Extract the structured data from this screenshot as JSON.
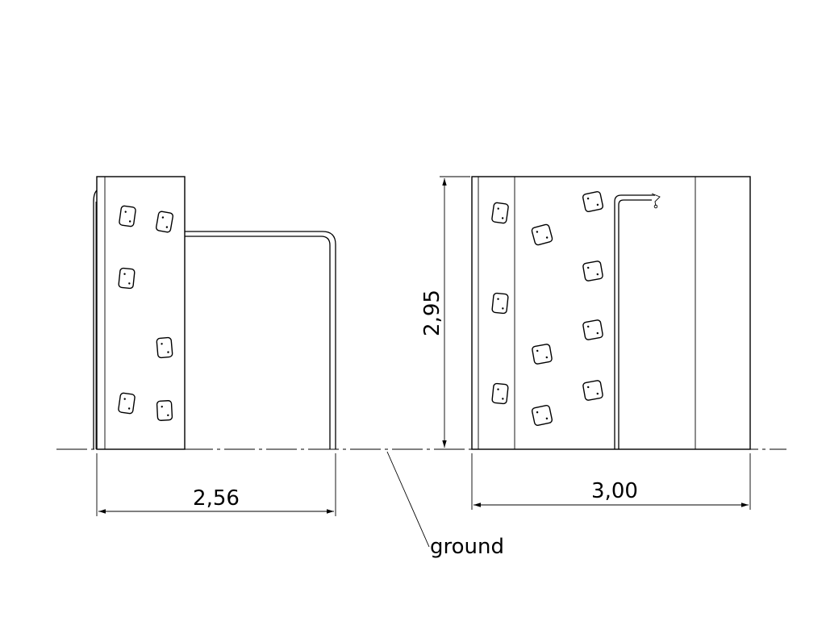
{
  "dimensions": {
    "side_width": "2,56",
    "front_width": "3,00",
    "height": "2,95"
  },
  "labels": {
    "ground": "ground"
  },
  "colors": {
    "line": "#000000",
    "background": "#ffffff"
  }
}
